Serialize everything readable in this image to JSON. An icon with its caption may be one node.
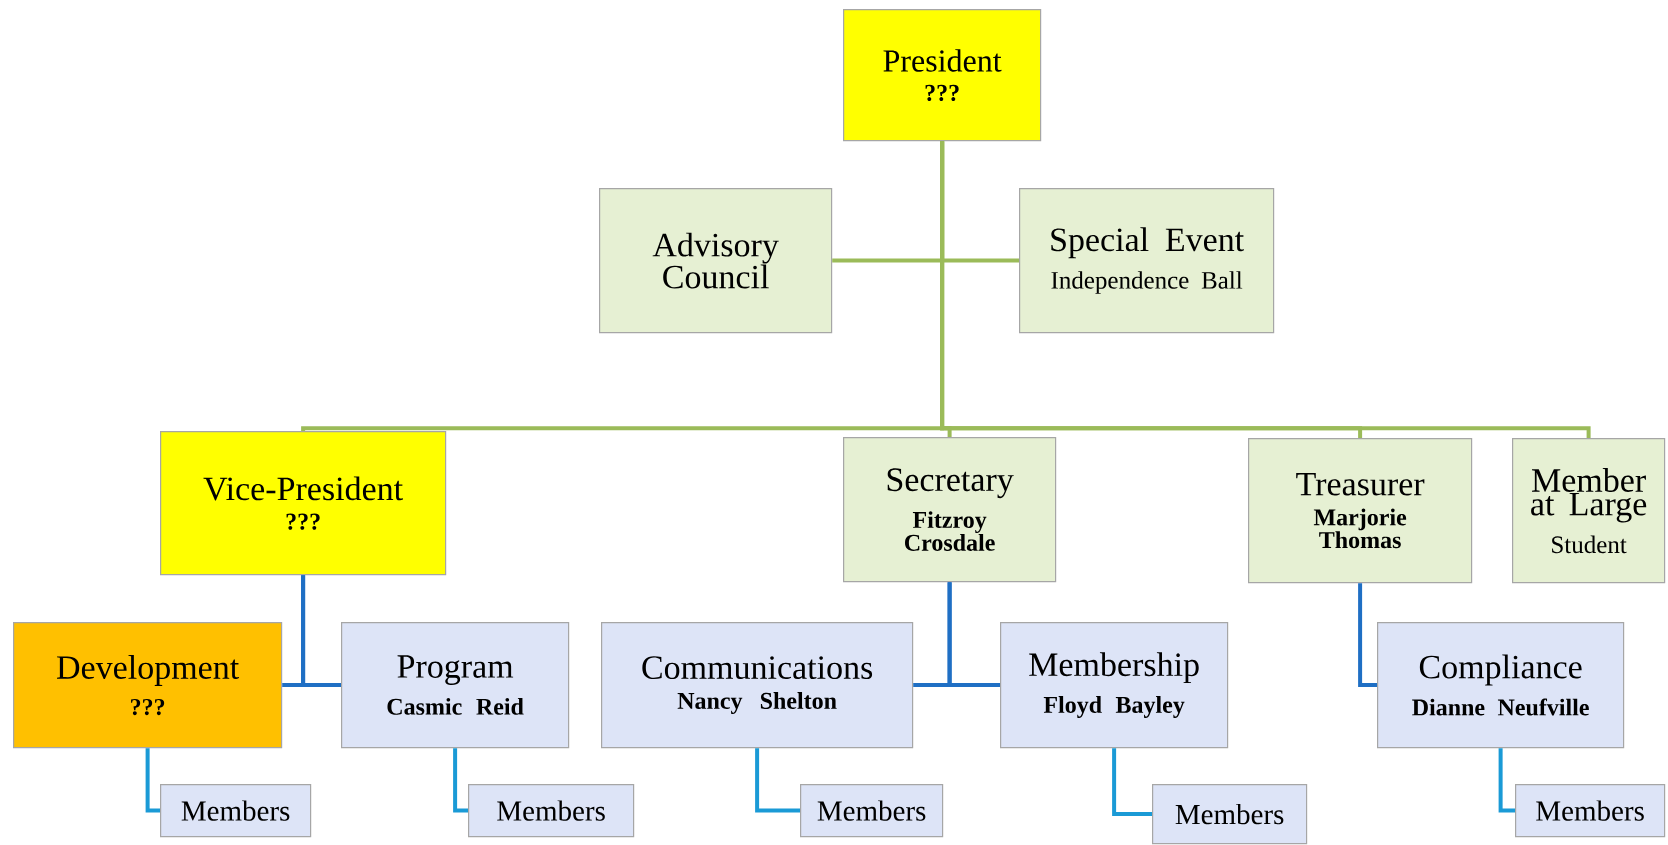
{
  "diagram": {
    "nodes": [
      {
        "text": [
          "President",
          "???"
        ]
      },
      {
        "text": [
          "Advisory Council"
        ]
      },
      {
        "text": [
          "Special Event",
          "Independence Ball"
        ]
      },
      {
        "text": [
          "Vice-President",
          "???"
        ]
      },
      {
        "text": [
          "Secretary",
          "Fitzroy Crosdale"
        ]
      },
      {
        "text": [
          "Treasurer",
          "Marjorie Thomas"
        ]
      },
      {
        "text": [
          "Member at Large",
          "Student"
        ]
      },
      {
        "text": [
          "Development",
          "???"
        ]
      },
      {
        "text": [
          "Program",
          "Casmic Reid"
        ]
      },
      {
        "text": [
          "Communications",
          "Nancy Shelton"
        ]
      },
      {
        "text": [
          "Membership",
          "Floyd Bayley"
        ]
      },
      {
        "text": [
          "Compliance",
          "Dianne Neufville"
        ]
      },
      {
        "text": [
          "Members"
        ]
      },
      {
        "text": [
          "Members"
        ]
      },
      {
        "text": [
          "Members"
        ]
      },
      {
        "text": [
          "Members"
        ]
      },
      {
        "text": [
          "Members"
        ]
      }
    ],
    "edges": [
      {
        "from": 0,
        "to": 1,
        "arrow": "none"
      },
      {
        "from": 0,
        "to": 2,
        "arrow": "none"
      },
      {
        "from": 0,
        "to": 3,
        "arrow": "none"
      },
      {
        "from": 0,
        "to": 4,
        "arrow": "none"
      },
      {
        "from": 0,
        "to": 5,
        "arrow": "none"
      },
      {
        "from": 0,
        "to": 6,
        "arrow": "none"
      },
      {
        "from": 3,
        "to": 7,
        "arrow": "none",
        "color": "#1f6fc4"
      },
      {
        "from": 3,
        "to": 8,
        "arrow": "none",
        "color": "#1f6fc4"
      },
      {
        "from": 4,
        "to": 9,
        "arrow": "none",
        "color": "#1f6fc4"
      },
      {
        "from": 4,
        "to": 10,
        "arrow": "none",
        "color": "#1f6fc4"
      },
      {
        "from": 5,
        "to": 11,
        "arrow": "none",
        "color": "#1f6fc4"
      },
      {
        "from": 7,
        "to": 12,
        "arrow": "none",
        "color": "#1a9ad6"
      },
      {
        "from": 8,
        "to": 13,
        "arrow": "none",
        "color": "#1a9ad6"
      },
      {
        "from": 9,
        "to": 14,
        "arrow": "none",
        "color": "#1a9ad6"
      },
      {
        "from": 10,
        "to": 15,
        "arrow": "none",
        "color": "#1a9ad6"
      },
      {
        "from": 11,
        "to": 16,
        "arrow": "none",
        "color": "#1a9ad6"
      }
    ]
  }
}
